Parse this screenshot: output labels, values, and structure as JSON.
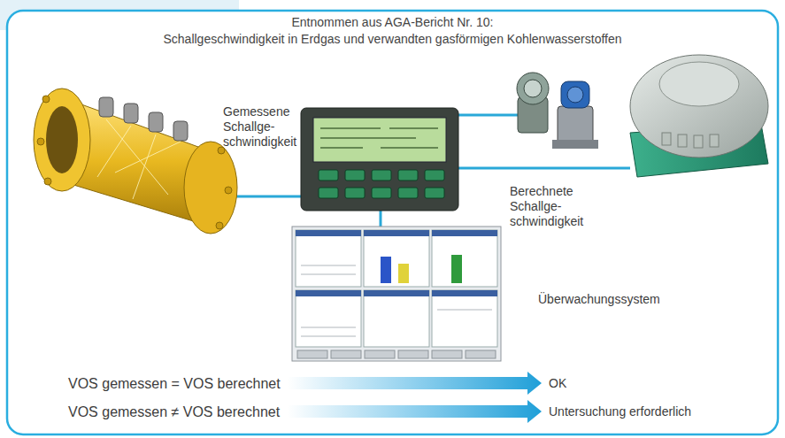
{
  "diagram": {
    "title": "Schallgeschwindigkeit in Erdgas und verwandten gasförmigen Kohlenwasserstoffen",
    "labels": [
      "Entnommen aus AGA-Bericht Nr. 10:",
      "Gemessene Schallge- schwindigkeit",
      "Berechnete Schallge- schwindigkeit",
      "Überwachungssystem",
      "VOS gemessen = VOS berechnet",
      "OK",
      "VOS gemessen ≠ VOS berechnet",
      "Untersuchung erforderlich"
    ]
  }
}
